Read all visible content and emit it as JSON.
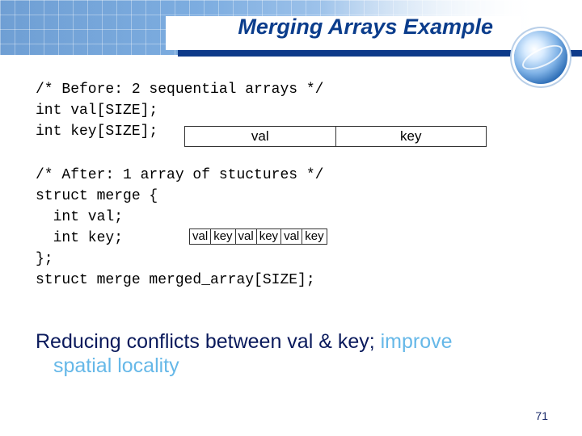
{
  "title": "Merging Arrays Example",
  "before_code": [
    "/* Before: 2 sequential arrays */",
    "int val[SIZE];",
    "int key[SIZE];"
  ],
  "before_diagram": [
    "val",
    "key"
  ],
  "after_code": [
    "/* After: 1 array of stuctures */",
    "struct merge {",
    "  int val;",
    "  int key;",
    "};",
    "struct merge merged_array[SIZE];"
  ],
  "after_diagram": [
    "val",
    "key",
    "val",
    "key",
    "val",
    "key"
  ],
  "bullet": {
    "main": "Reducing conflicts between val & key; ",
    "highlight": "improve",
    "continuation": "spatial locality"
  },
  "page_number": "71",
  "colors": {
    "title": "#0b3d8c",
    "rule": "#0d3a8a",
    "bullet_text": "#0a1a5c",
    "highlight": "#66b8e8"
  }
}
